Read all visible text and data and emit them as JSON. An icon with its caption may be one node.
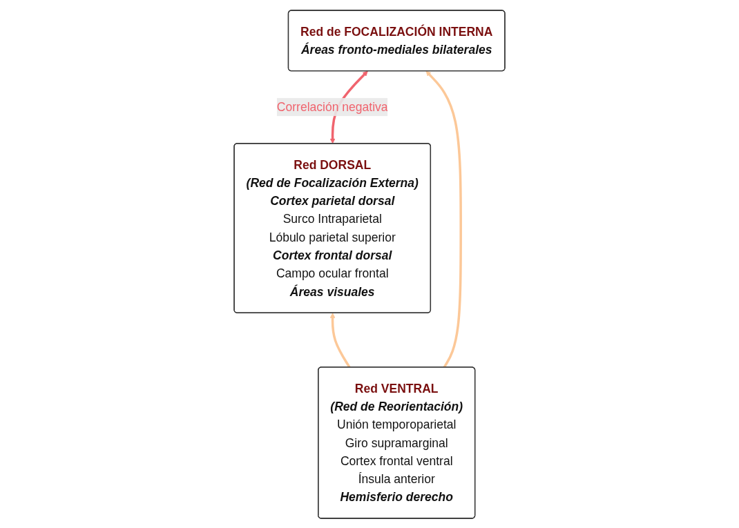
{
  "diagram": {
    "nodes": [
      {
        "text": [
          "Red DORSAL",
          "(Red de Focalización Externa)",
          "Cortex parietal dorsal",
          "Surco Intraparietal",
          "Lóbulo parietal superior",
          "Cortex frontal dorsal",
          "Campo ocular frontal",
          "Áreas visuales"
        ]
      },
      {
        "text": [
          "Red de FOCALIZACIÓN INTERNA",
          "Áreas fronto-mediales bilaterales"
        ]
      },
      {
        "text": [
          "Red VENTRAL",
          "(Red de Reorientación)",
          "Unión temporoparietal",
          "Giro supramarginal",
          "Cortex frontal ventral",
          "Ínsula anterior",
          "Hemisferio derecho"
        ]
      }
    ],
    "edges": [
      {
        "from": 0,
        "to": 1,
        "arrow": "both",
        "label": "Correlación negativa",
        "color": "#f0646e"
      },
      {
        "from": 2,
        "to": 0,
        "arrow": "to",
        "color": "#fcc898"
      },
      {
        "from": 2,
        "to": 1,
        "arrow": "to",
        "color": "#fcc898"
      }
    ]
  }
}
